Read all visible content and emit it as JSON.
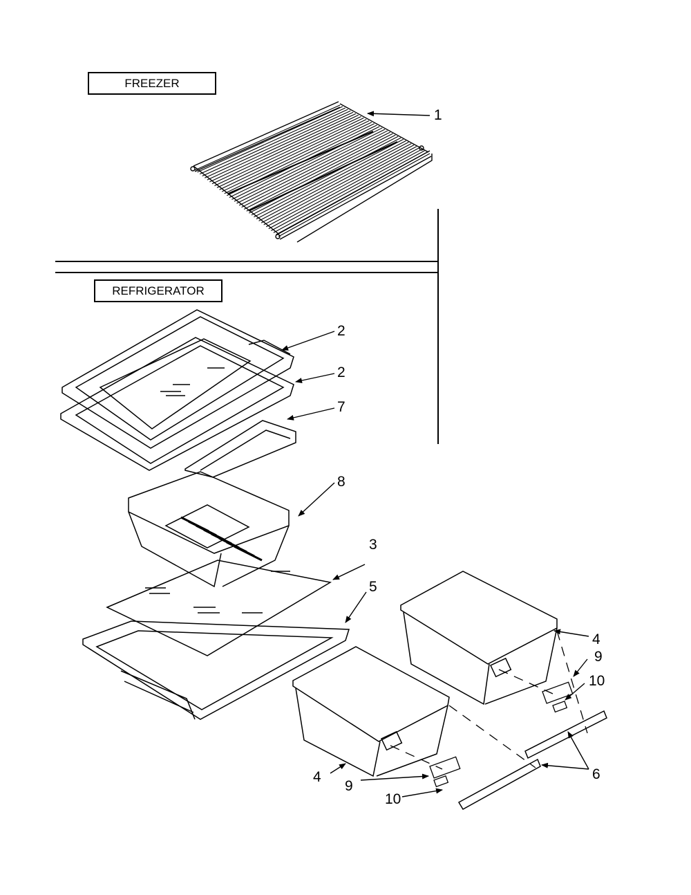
{
  "sections": {
    "freezer": "FREEZER",
    "refrigerator": "REFRIGERATOR"
  },
  "callouts": [
    {
      "id": "c1",
      "label": "1"
    },
    {
      "id": "c2a",
      "label": "2"
    },
    {
      "id": "c2b",
      "label": "2"
    },
    {
      "id": "c7",
      "label": "7"
    },
    {
      "id": "c8",
      "label": "8"
    },
    {
      "id": "c3",
      "label": "3"
    },
    {
      "id": "c5",
      "label": "5"
    },
    {
      "id": "c4a",
      "label": "4"
    },
    {
      "id": "c9a",
      "label": "9"
    },
    {
      "id": "c10a",
      "label": "10"
    },
    {
      "id": "c6",
      "label": "6"
    },
    {
      "id": "c4b",
      "label": "4"
    },
    {
      "id": "c9b",
      "label": "9"
    },
    {
      "id": "c10b",
      "label": "10"
    }
  ]
}
